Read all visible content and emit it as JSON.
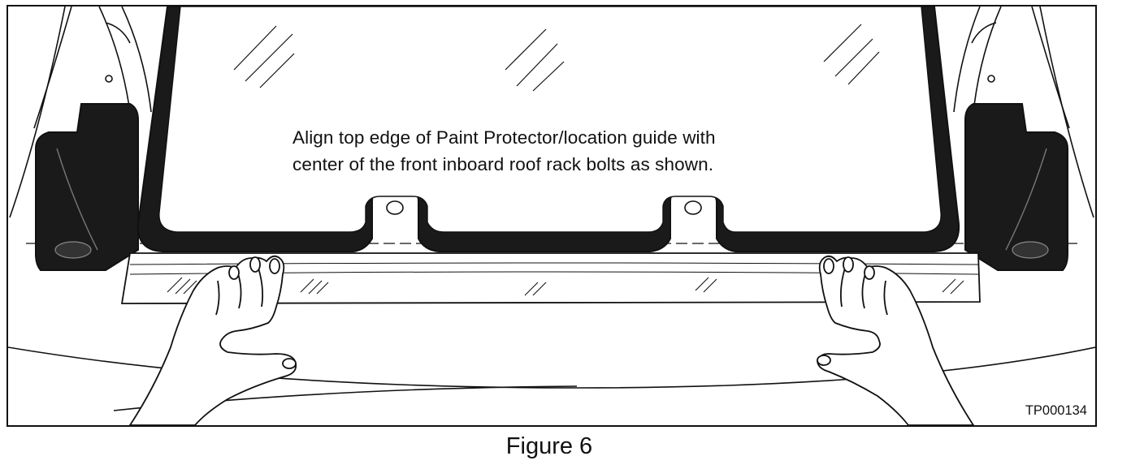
{
  "figure": {
    "callout_line_1": "Align top edge of Paint Protector/location guide with",
    "callout_line_2": "center of the front inboard roof rack bolts as shown.",
    "image_id": "TP000134",
    "caption": "Figure 6"
  },
  "colors": {
    "ink": "#111111",
    "paper": "#ffffff",
    "seal": "#1a1a1a"
  },
  "icons": [
    "glass-glint-icon",
    "hand-icon",
    "roof-rack-foot-icon",
    "bolt-icon"
  ]
}
